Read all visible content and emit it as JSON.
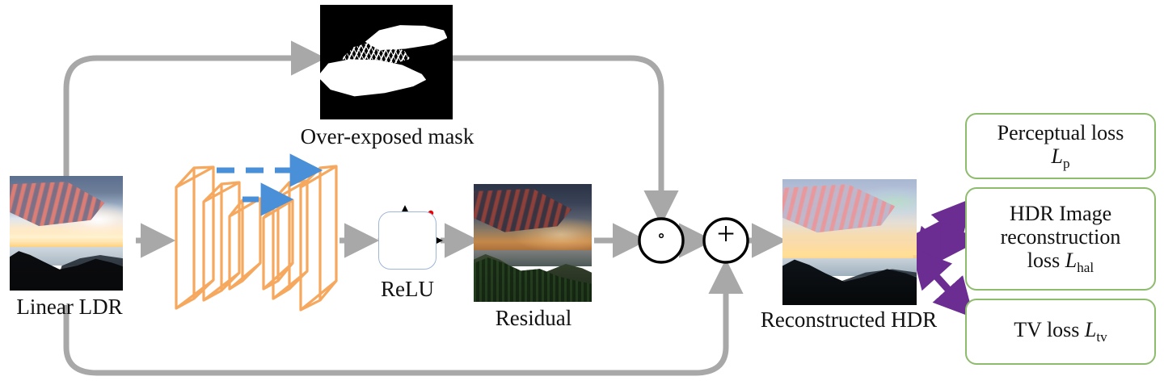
{
  "diagram": {
    "title": "HDR reconstruction network pipeline",
    "colors": {
      "flow_arrow": "#a8a8a8",
      "unet": "#f5a85e",
      "skip_arrow": "#4a90d9",
      "loss_border": "#8ebc6d",
      "loss_arrow": "#6b2d91",
      "relu_curve": "#ee0000",
      "relu_axis": "#000000",
      "operator_circle": "#000000"
    }
  },
  "nodes": {
    "input": {
      "label": "Linear LDR",
      "name": "linear-ldr-image"
    },
    "mask": {
      "label": "Over-exposed mask",
      "name": "over-exposed-mask-image"
    },
    "unet": {
      "label": "",
      "name": "unet-encoder-decoder",
      "slab_count": 6
    },
    "relu": {
      "label": "ReLU",
      "name": "relu-activation-block"
    },
    "residual": {
      "label": "Residual",
      "name": "residual-image"
    },
    "output": {
      "label": "Reconstructed HDR",
      "name": "reconstructed-hdr-image"
    }
  },
  "operators": {
    "multiply": {
      "symbol": "∘",
      "name": "hadamard-product-operator"
    },
    "add": {
      "symbol": "+",
      "name": "addition-operator"
    }
  },
  "losses": [
    {
      "id": "perceptual",
      "line1": "Perceptual loss",
      "symbol": "L",
      "sub": "p",
      "line2_prefix": ""
    },
    {
      "id": "hdr-reconstruction",
      "line1": "HDR Image",
      "line2": "reconstruction",
      "line3_prefix": "loss ",
      "symbol": "L",
      "sub": "hal"
    },
    {
      "id": "tv",
      "line1_prefix": "TV loss ",
      "symbol": "L",
      "sub": "tv"
    }
  ],
  "skip_arrows": [
    {
      "id": "skip-top",
      "style": "dashed"
    },
    {
      "id": "skip-mid",
      "style": "dashed"
    }
  ]
}
